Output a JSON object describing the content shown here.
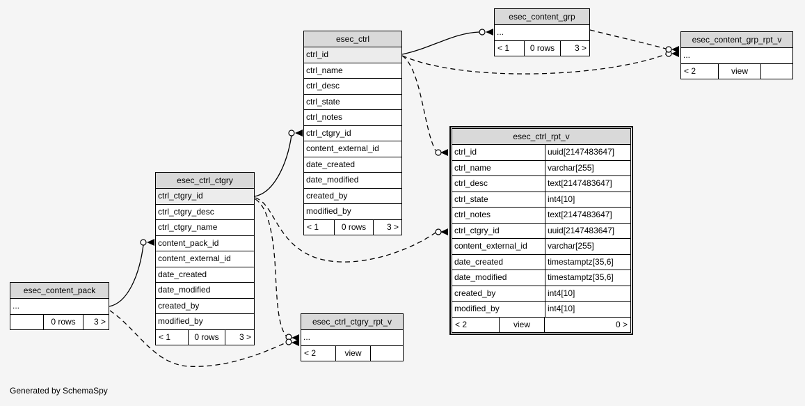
{
  "page": {
    "footer_note": "Generated by SchemaSpy"
  },
  "colors": {
    "canvas_bg": "#f5f5f5",
    "table_header_bg": "#d9d9d9",
    "pk_row_bg": "#ececec",
    "row_bg": "#ffffff",
    "line": "#000000"
  },
  "tables": {
    "esec_ctrl": {
      "title": "esec_ctrl",
      "columns": [
        "ctrl_id",
        "ctrl_name",
        "ctrl_desc",
        "ctrl_state",
        "ctrl_notes",
        "ctrl_ctgry_id",
        "content_external_id",
        "date_created",
        "date_modified",
        "created_by",
        "modified_by"
      ],
      "footer": {
        "left": "< 1",
        "center": "0 rows",
        "right": "3 >"
      }
    },
    "esec_content_grp": {
      "title": "esec_content_grp",
      "columns": [
        "..."
      ],
      "footer": {
        "left": "< 1",
        "center": "0 rows",
        "right": "3 >"
      }
    },
    "esec_content_grp_rpt_v": {
      "title": "esec_content_grp_rpt_v",
      "columns": [
        "..."
      ],
      "footer": {
        "left": "< 2",
        "center": "view",
        "right": ""
      }
    },
    "esec_ctrl_rpt_v": {
      "title": "esec_ctrl_rpt_v",
      "columns": [
        {
          "name": "ctrl_id",
          "type": "uuid[2147483647]"
        },
        {
          "name": "ctrl_name",
          "type": "varchar[255]"
        },
        {
          "name": "ctrl_desc",
          "type": "text[2147483647]"
        },
        {
          "name": "ctrl_state",
          "type": "int4[10]"
        },
        {
          "name": "ctrl_notes",
          "type": "text[2147483647]"
        },
        {
          "name": "ctrl_ctgry_id",
          "type": "uuid[2147483647]"
        },
        {
          "name": "content_external_id",
          "type": "varchar[255]"
        },
        {
          "name": "date_created",
          "type": "timestamptz[35,6]"
        },
        {
          "name": "date_modified",
          "type": "timestamptz[35,6]"
        },
        {
          "name": "created_by",
          "type": "int4[10]"
        },
        {
          "name": "modified_by",
          "type": "int4[10]"
        }
      ],
      "footer": {
        "left": "< 2",
        "center": "view",
        "right": "0 >"
      }
    },
    "esec_ctrl_ctgry": {
      "title": "esec_ctrl_ctgry",
      "columns": [
        "ctrl_ctgry_id",
        "ctrl_ctgry_desc",
        "ctrl_ctgry_name",
        "content_pack_id",
        "content_external_id",
        "date_created",
        "date_modified",
        "created_by",
        "modified_by"
      ],
      "footer": {
        "left": "< 1",
        "center": "0 rows",
        "right": "3 >"
      }
    },
    "esec_content_pack": {
      "title": "esec_content_pack",
      "columns": [
        "..."
      ],
      "footer": {
        "left": "",
        "center": "0 rows",
        "right": "3 >"
      }
    },
    "esec_ctrl_ctgry_rpt_v": {
      "title": "esec_ctrl_ctgry_rpt_v",
      "columns": [
        "..."
      ],
      "footer": {
        "left": "< 2",
        "center": "view",
        "right": ""
      }
    }
  },
  "relationships": [
    {
      "from": "esec_ctrl.ctrl_id",
      "to": "esec_content_grp",
      "style": "solid"
    },
    {
      "from": "esec_ctrl_ctgry.ctrl_ctgry_id",
      "to": "esec_ctrl.ctrl_ctgry_id",
      "style": "solid"
    },
    {
      "from": "esec_content_pack",
      "to": "esec_ctrl_ctgry.content_pack_id",
      "style": "solid"
    },
    {
      "from": "esec_ctrl.ctrl_id",
      "to": "esec_ctrl_rpt_v.ctrl_id",
      "style": "dashed"
    },
    {
      "from": "esec_ctrl.ctrl_id",
      "to": "esec_content_grp_rpt_v",
      "style": "dashed"
    },
    {
      "from": "esec_content_grp",
      "to": "esec_content_grp_rpt_v",
      "style": "dashed"
    },
    {
      "from": "esec_ctrl_ctgry.ctrl_ctgry_id",
      "to": "esec_ctrl_rpt_v.ctrl_ctgry_id",
      "style": "dashed"
    },
    {
      "from": "esec_ctrl_ctgry.ctrl_ctgry_id",
      "to": "esec_ctrl_ctgry_rpt_v",
      "style": "dashed"
    },
    {
      "from": "esec_content_pack",
      "to": "esec_ctrl_ctgry_rpt_v",
      "style": "dashed"
    }
  ]
}
